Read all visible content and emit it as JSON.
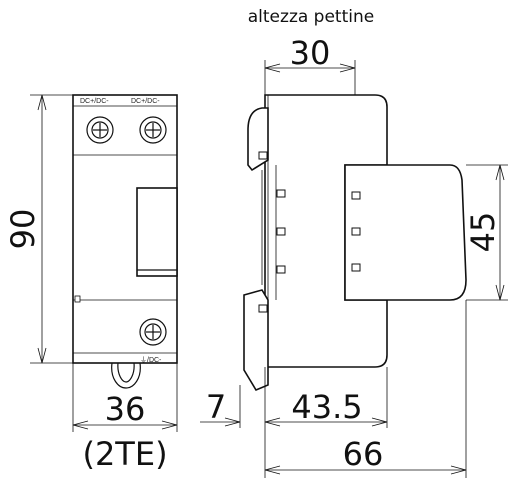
{
  "header": {
    "label": "altezza pettine"
  },
  "dimensions": {
    "comb_width": "30",
    "height": "90",
    "front_width": "36",
    "front_modules": "(2TE)",
    "rail_offset": "7",
    "depth_front": "43.5",
    "depth_total": "66",
    "cap_height": "45"
  },
  "terminals": {
    "top_left": "DC+/DC-",
    "top_right": "DC+/DC-",
    "bottom": "⏚/DC-"
  }
}
